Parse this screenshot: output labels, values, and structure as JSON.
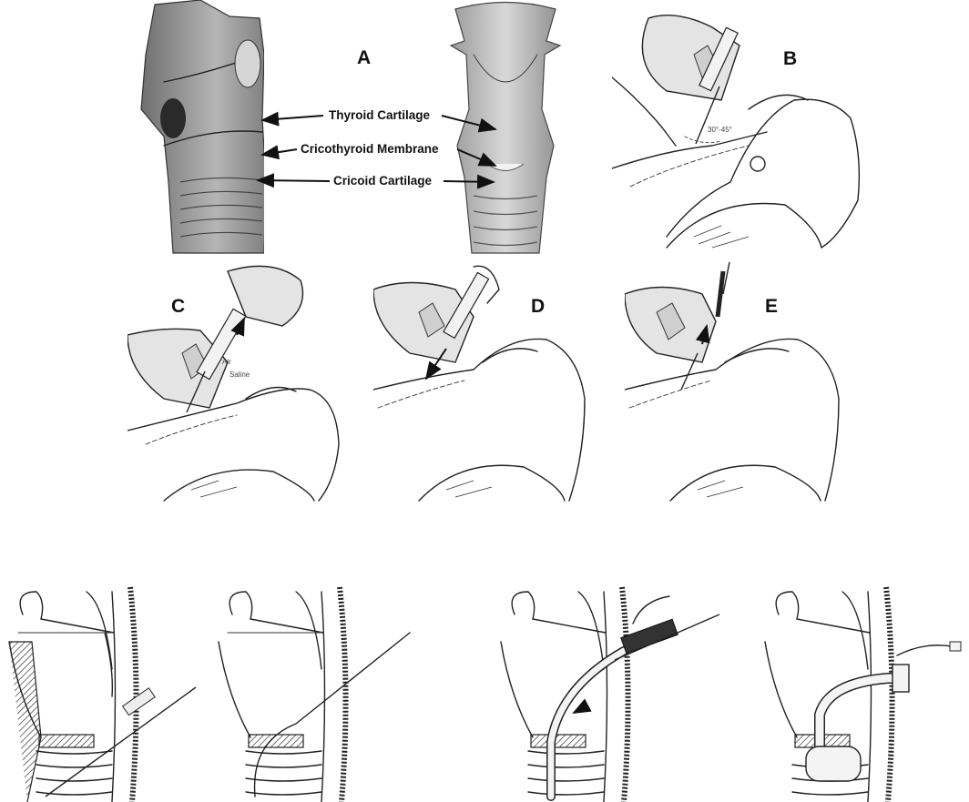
{
  "panels": {
    "a": {
      "letter": "A"
    },
    "b": {
      "letter": "B",
      "angle_label": "30°-45°"
    },
    "c": {
      "letter": "C",
      "air_label": "Air",
      "saline_label": "Saline"
    },
    "d": {
      "letter": "D"
    },
    "e": {
      "letter": "E"
    }
  },
  "anatomy_labels": {
    "thyroid": "Thyroid Cartilage",
    "cricothyroid": "Cricothyroid Membrane",
    "cricoid": "Cricoid Cartilage"
  }
}
